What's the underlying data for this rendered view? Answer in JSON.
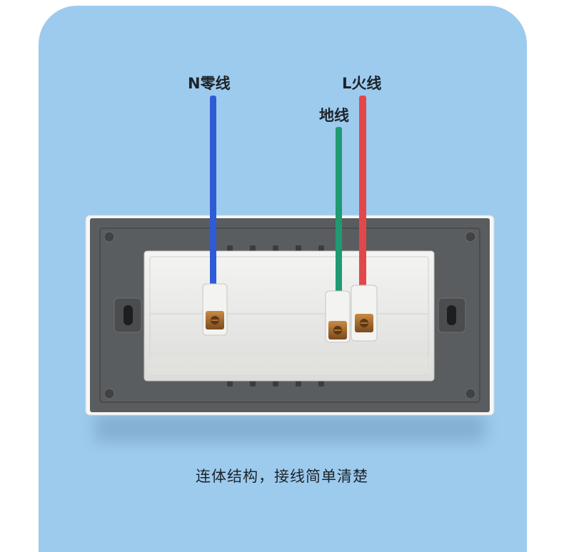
{
  "labels": {
    "neutral": "N零线",
    "live": "L火线",
    "ground": "地线"
  },
  "caption": "连体结构，接线简单清楚",
  "colors": {
    "background": "#9ccbee",
    "plate": "#5b5e60",
    "module": "#ececea",
    "neutral_wire": "#2f5bd6",
    "ground_wire": "#1f9a72",
    "live_wire": "#e2484a",
    "terminal": "#a9692f"
  }
}
